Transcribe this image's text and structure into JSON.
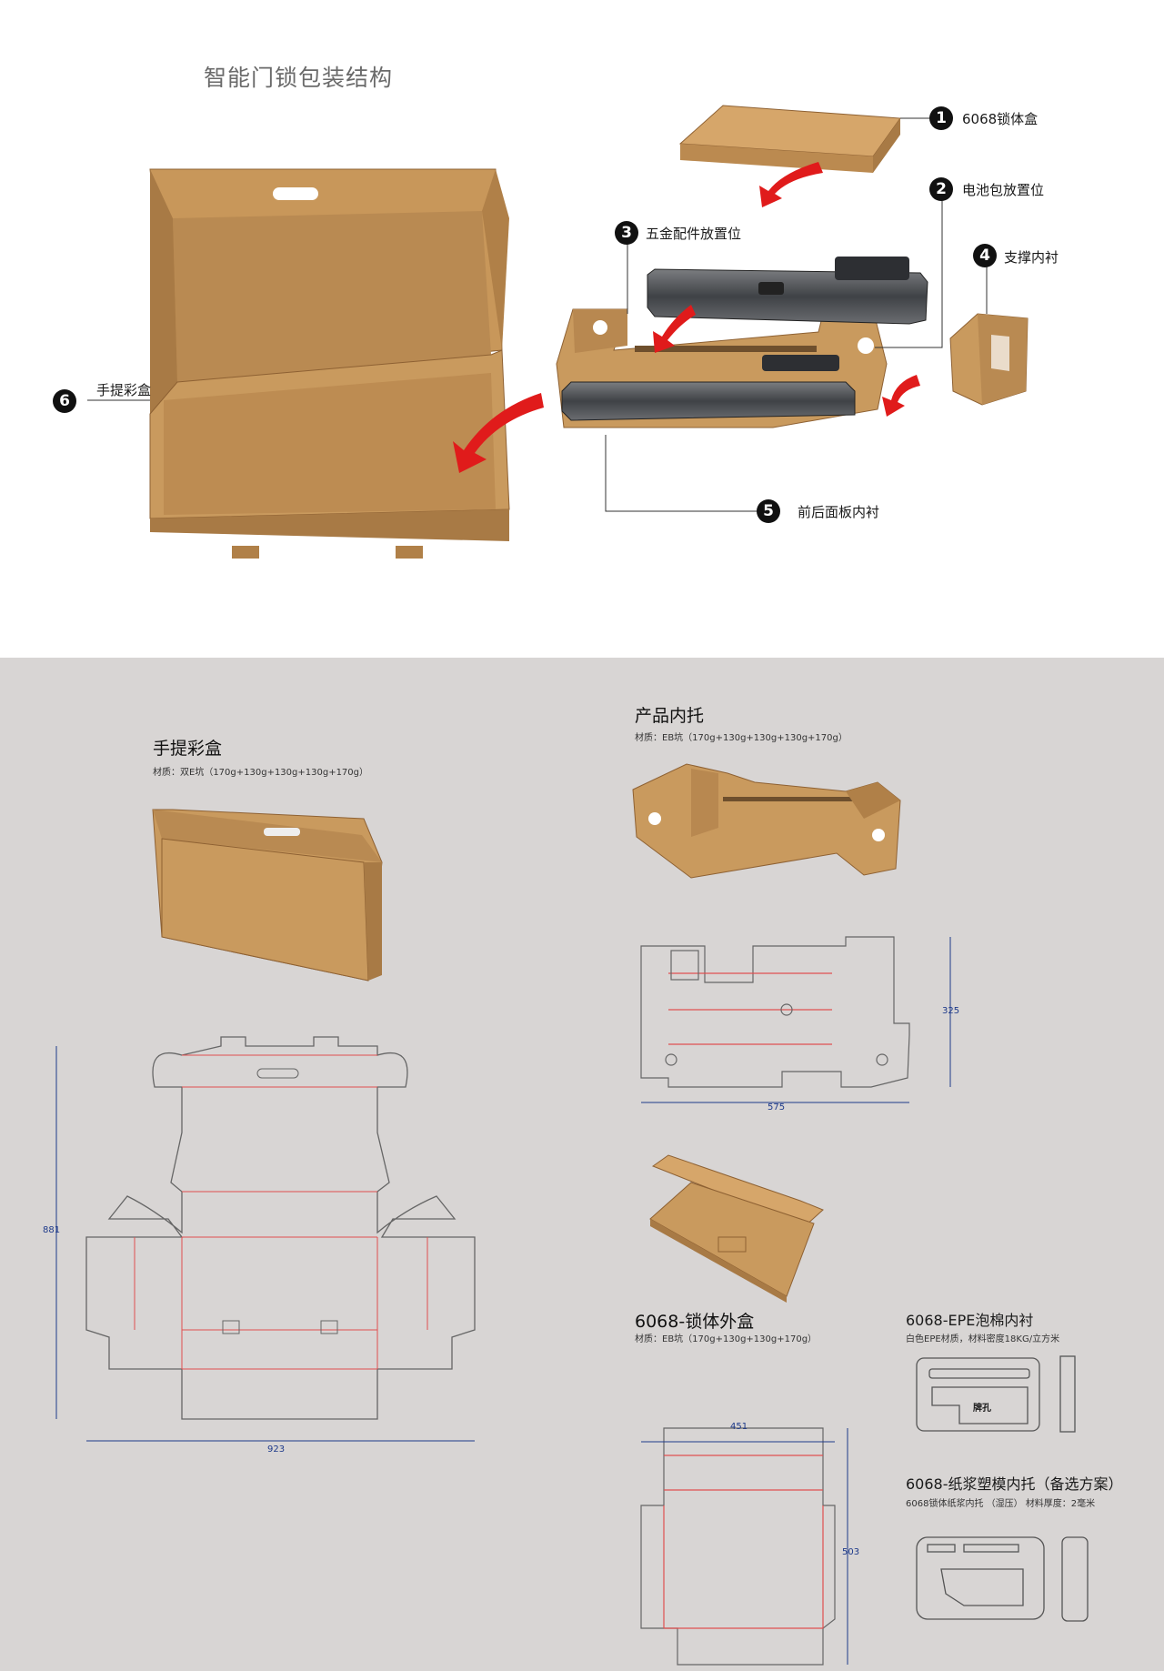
{
  "page": {
    "title": "智能门锁包装结构"
  },
  "callouts": [
    {
      "num": "1",
      "label": "6068锁体盒"
    },
    {
      "num": "2",
      "label": "电池包放置位"
    },
    {
      "num": "3",
      "label": "五金配件放置位"
    },
    {
      "num": "4",
      "label": "支撑内衬"
    },
    {
      "num": "5",
      "label": "前后面板内衬"
    },
    {
      "num": "6",
      "label": "手提彩盒"
    }
  ],
  "sections": {
    "handbox": {
      "title": "手提彩盒",
      "material": "材质：双E坑（170g+130g+130g+130g+170g）",
      "dim_h": "881",
      "dim_w": "923"
    },
    "insert": {
      "title": "产品内托",
      "material": "材质：EB坑（170g+130g+130g+130g+170g）",
      "dim_h": "325",
      "dim_w": "575"
    },
    "lockbox": {
      "title": "6068-锁体外盒",
      "material": "材质：EB坑（170g+130g+130g+170g）",
      "dim_h": "503",
      "dim_w": "451"
    },
    "epe": {
      "title": "6068-EPE泡棉内衬",
      "material": "白色EPE材质，材料密度18KG/立方米",
      "hole_label": "牌孔"
    },
    "pulp": {
      "title": "6068-纸浆塑模内托（备选方案）",
      "material": "6068锁体纸浆内托 （湿压）      材料厚度：2毫米"
    }
  },
  "colors": {
    "kraft": "#c99a5e",
    "kraft_dark": "#a7763f",
    "arrow": "#e01b1b",
    "dim": "#1e3a8a",
    "cut": "#666666",
    "fold": "#e05050"
  }
}
